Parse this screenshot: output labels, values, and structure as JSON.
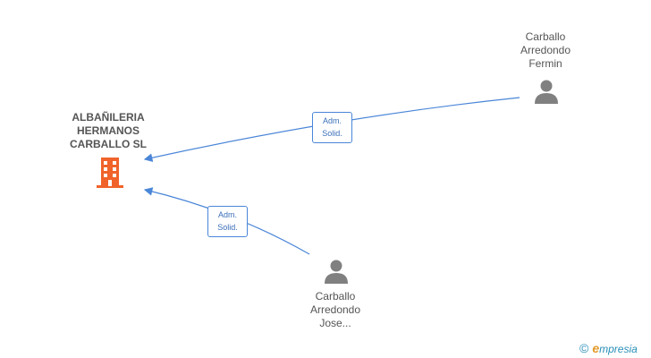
{
  "company": {
    "name_lines": [
      "ALBAÑILERIA",
      "HERMANOS",
      "CARBALLO SL"
    ],
    "icon": "building-icon",
    "color": "#f0632b"
  },
  "people": [
    {
      "name_lines": [
        "Carballo",
        "Arredondo",
        "Fermin"
      ],
      "icon": "person-icon"
    },
    {
      "name_lines": [
        "Carballo",
        "Arredondo",
        "Jose..."
      ],
      "icon": "person-icon"
    }
  ],
  "relations": [
    {
      "label_lines": [
        "Adm.",
        "Solid."
      ]
    },
    {
      "label_lines": [
        "Adm.",
        "Solid."
      ]
    }
  ],
  "footer": {
    "copyright_symbol": "©",
    "brand_initial": "e",
    "brand_rest": "mpresia"
  },
  "colors": {
    "edge": "#4a86d8",
    "person": "#808080",
    "text": "#555555"
  }
}
